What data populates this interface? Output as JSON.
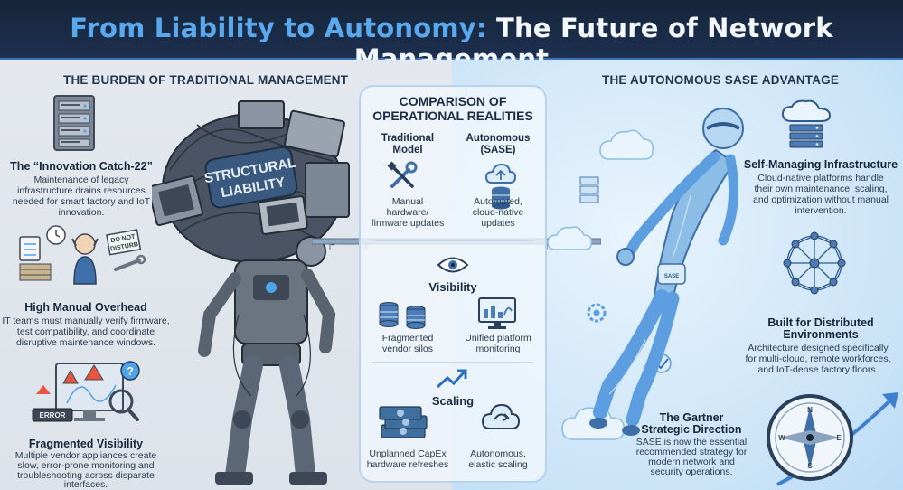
{
  "header": {
    "title_part1": "From Liability to Autonomy:",
    "title_part2": "The Future of Network Management"
  },
  "left": {
    "heading": "THE BURDEN OF TRADITIONAL MANAGEMENT",
    "robot_label": "STRUCTURAL LIABILITY",
    "sign_text": "DO NOT DISTURB",
    "error_text": "ERROR",
    "items": [
      {
        "title": "The “Innovation Catch-22”",
        "desc1": "Maintenance of legacy",
        "desc2": "infrastructure drains resources",
        "desc3": "needed for smart factory and IoT",
        "desc4": "innovation."
      },
      {
        "title": "High Manual Overhead",
        "desc1": "IT teams must manually verify firmware,",
        "desc2": "test compatibility, and coordinate",
        "desc3": "disruptive maintenance windows."
      },
      {
        "title": "Fragmented Visibility",
        "desc1": "Multiple vendor appliances create",
        "desc2": "slow, error-prone monitoring and",
        "desc3": "troubleshooting across disparate",
        "desc4": "interfaces."
      }
    ]
  },
  "center": {
    "title_line1": "COMPARISON OF",
    "title_line2": "OPERATIONAL REALITIES",
    "col_left_line1": "Traditional",
    "col_left_line2": "Model",
    "col_right_line1": "Autonomous",
    "col_right_line2": "(SASE)",
    "row1": {
      "left1": "Manual",
      "left2": "hardware/",
      "left3": "firmware updates",
      "right1": "Automated,",
      "right2": "cloud-native",
      "right3": "updates"
    },
    "row2": {
      "label": "Visibility",
      "left1": "Fragmented",
      "left2": "vendor silos",
      "right1": "Unified platform",
      "right2": "monitoring"
    },
    "row3": {
      "label": "Scaling",
      "left1": "Unplanned CapEx",
      "left2": "hardware refreshes",
      "right1": "Autonomous,",
      "right2": "elastic scaling"
    }
  },
  "right": {
    "heading": "THE AUTONOMOUS SASE ADVANTAGE",
    "items": [
      {
        "title": "Self-Managing Infrastructure",
        "desc1": "Cloud-native platforms handle",
        "desc2": "their own maintenance, scaling,",
        "desc3": "and optimization without manual",
        "desc4": "intervention."
      },
      {
        "title1": "Built for Distributed",
        "title2": "Environments",
        "desc1": "Architecture designed specifically",
        "desc2": "for multi-cloud, remote workforces,",
        "desc3": "and IoT-dense factory floors."
      },
      {
        "title1": "The Gartner",
        "title2": "Strategic Direction",
        "desc1": "SASE is now the essential",
        "desc2": "recommended strategy for",
        "desc3": "modern network and",
        "desc4": "security operations."
      }
    ],
    "compass_letters": [
      "N",
      "E",
      "S",
      "W"
    ]
  },
  "colors": {
    "header_bg": "#16253a",
    "title_accent": "#5aa9ee",
    "title_main": "#f3f6fa",
    "robot_metal": "#5b6676",
    "android_blue": "#5c9ee0"
  },
  "icons": [
    "server-rack-icon",
    "stressed-worker-icon",
    "warning-monitor-icon",
    "wrench-screwdriver-icon",
    "cloud-database-icon",
    "eye-icon",
    "database-silos-icon",
    "monitor-dashboard-icon",
    "growth-arrow-icon",
    "cash-stack-icon",
    "cloud-upload-icon",
    "cloud-servers-icon",
    "network-globe-icon",
    "compass-icon"
  ]
}
